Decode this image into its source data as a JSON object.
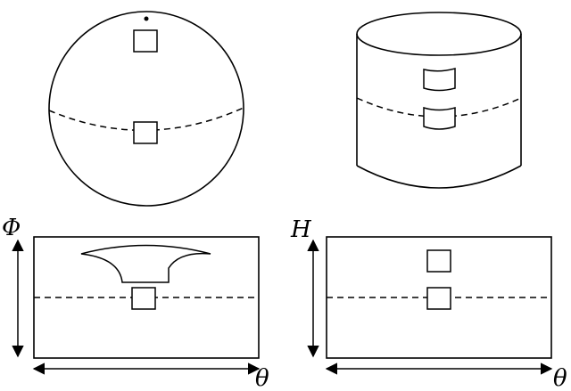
{
  "labels": {
    "phi_axis": "Φ",
    "theta_axis_left": "θ",
    "height_axis": "H",
    "theta_axis_right": "θ"
  },
  "colors": {
    "stroke": "#000000",
    "background": "#ffffff"
  }
}
